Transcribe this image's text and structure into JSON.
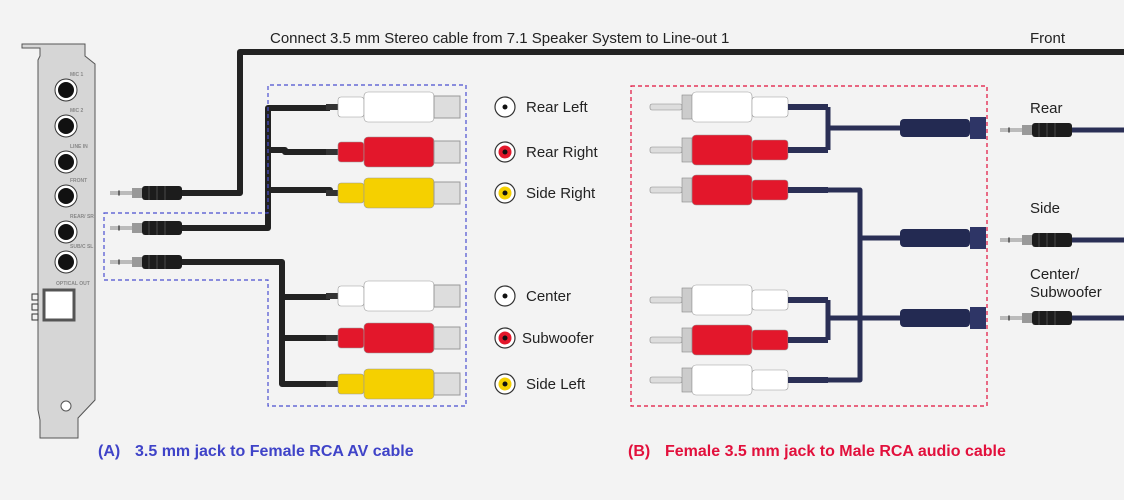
{
  "top_caption": "Connect 3.5 mm Stereo cable from 7.1 Speaker System to Line-out 1",
  "card": {
    "ports": [
      "MIC 1",
      "MIC 2",
      "LINE IN",
      "FRONT",
      "REAR/ SR",
      "SUB/C SL"
    ],
    "optical": "OPTICAL OUT"
  },
  "section_a": {
    "caption_letter": "(A)",
    "caption": "3.5 mm jack to Female RCA AV cable",
    "outputs": [
      {
        "label": "Rear Left",
        "color": "#ffffff"
      },
      {
        "label": "Rear Right",
        "color": "#e3172b"
      },
      {
        "label": "Side Right",
        "color": "#f5d000"
      },
      {
        "label": "Center",
        "color": "#ffffff"
      },
      {
        "label": "Subwoofer",
        "color": "#e3172b"
      },
      {
        "label": "Side Left",
        "color": "#f5d000"
      }
    ]
  },
  "section_b": {
    "caption_letter": "(B)",
    "caption": "Female 3.5 mm jack to Male RCA audio cable",
    "plug_colors": [
      "#ffffff",
      "#e3172b",
      "#e3172b",
      "#ffffff",
      "#e3172b",
      "#ffffff"
    ],
    "speaker_labels": [
      "Front",
      "Rear",
      "Side",
      "Center/",
      "Subwoofer"
    ]
  },
  "colors": {
    "section_a": "#3f43c8",
    "section_b": "#e2103c",
    "background": "#f3f3f3"
  }
}
